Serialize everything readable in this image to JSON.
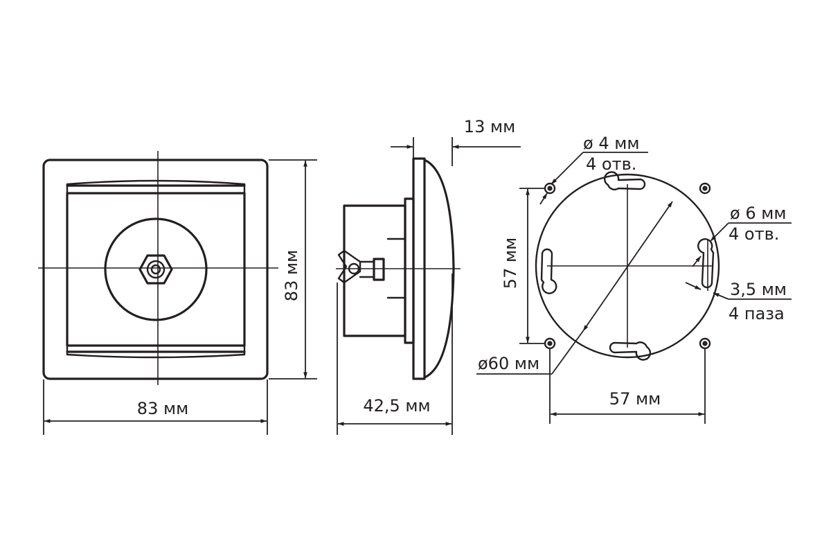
{
  "front_view": {
    "width_label": "83 мм",
    "height_label": "83 мм"
  },
  "side_view": {
    "depth_label": "42,5 мм",
    "cover_label": "13 мм"
  },
  "mount_view": {
    "small_hole_diameter": "ø 4 мм",
    "small_hole_count": "4 отв.",
    "large_hole_diameter": "ø 6 мм",
    "large_hole_count": "4 отв.",
    "slot_width": "3,5 мм",
    "slot_count": "4 паза",
    "circle_diameter": "ø60 мм",
    "vertical_spacing": "57 мм",
    "horizontal_spacing": "57 мм"
  },
  "colors": {
    "ink": "#231f20",
    "paper": "#ffffff"
  }
}
